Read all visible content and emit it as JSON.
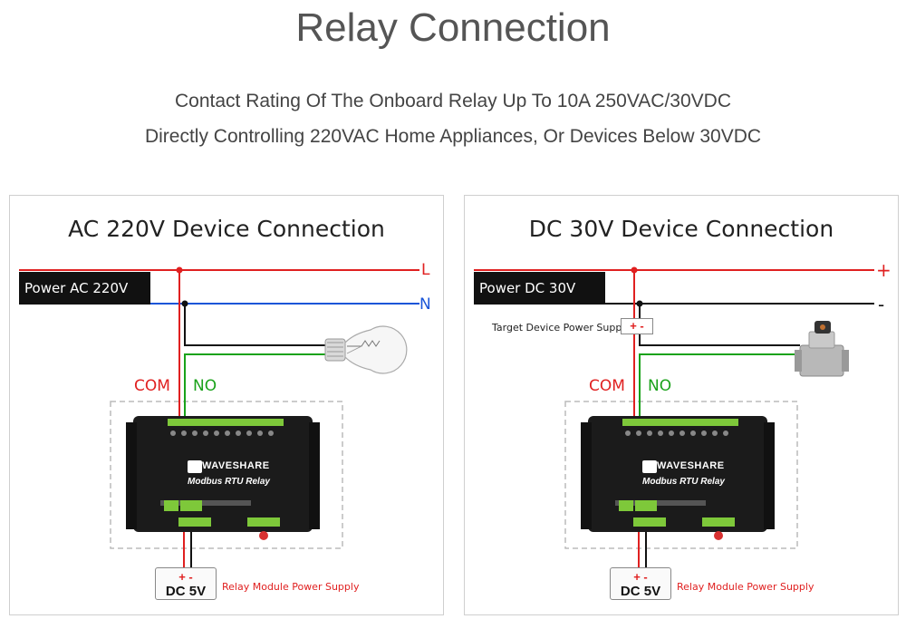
{
  "title": "Relay Connection",
  "subtitle_lines": [
    "Contact Rating Of The Onboard Relay Up To 10A 250VAC/30VDC",
    "Directly Controlling 220VAC Home Appliances, Or Devices Below 30VDC"
  ],
  "panels": [
    {
      "title": "AC 220V Device Connection",
      "source_label": "Power AC 220V",
      "line_top_label": "L",
      "line_bottom_label": "N",
      "com_label": "COM",
      "no_label": "NO",
      "device_icon": "light-bulb-icon",
      "supply_polarity": "+ -",
      "supply_label": "DC 5V",
      "supply_caption": "Relay Module Power Supply",
      "relay_brand": "WAVESHARE",
      "relay_model": "Modbus RTU Relay"
    },
    {
      "title": "DC 30V Device Connection",
      "source_label": "Power DC 30V",
      "line_top_label": "+",
      "line_bottom_label": "-",
      "target_supply_label": "Target Device Power Supply",
      "target_polarity": "+ -",
      "com_label": "COM",
      "no_label": "NO",
      "device_icon": "solenoid-valve-icon",
      "supply_polarity": "+ -",
      "supply_label": "DC 5V",
      "supply_caption": "Relay Module Power Supply",
      "relay_brand": "WAVESHARE",
      "relay_model": "Modbus RTU Relay"
    }
  ],
  "colors": {
    "live": "#e02020",
    "neutral": "#1a55d8",
    "dc_negative": "#111111",
    "no_wire": "#1aa21a"
  }
}
